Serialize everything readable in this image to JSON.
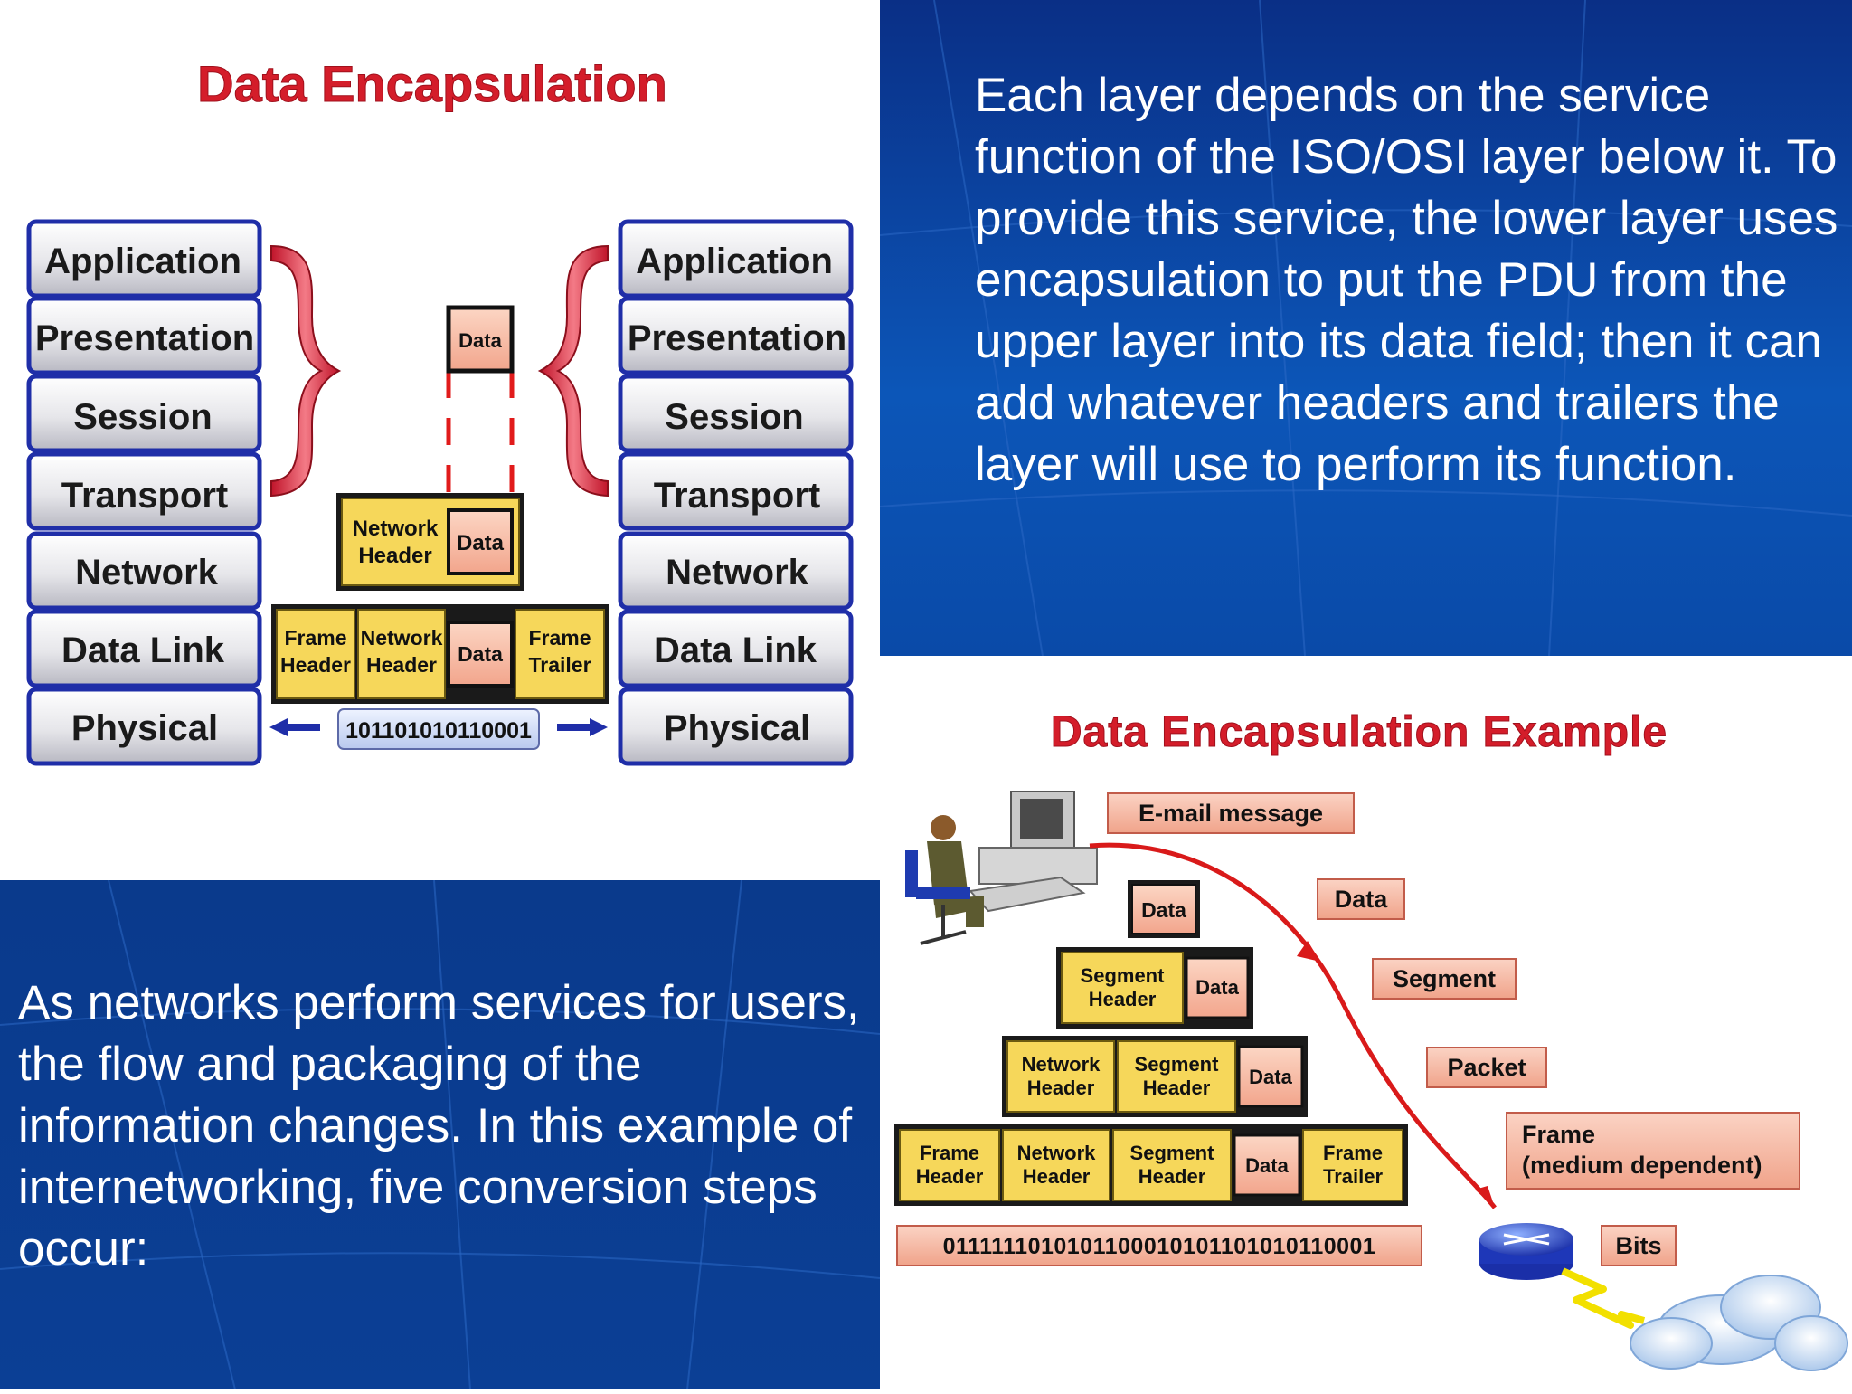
{
  "left_diagram": {
    "title": "Data Encapsulation",
    "layers_left": [
      "Application",
      "Presentation",
      "Session",
      "Transport",
      "Network",
      "Data Link",
      "Physical"
    ],
    "layers_right": [
      "Application",
      "Presentation",
      "Session",
      "Transport",
      "Network",
      "Data Link",
      "Physical"
    ],
    "pdu_data": "Data",
    "packet": {
      "header1": "Network",
      "header2": "Header",
      "data": "Data"
    },
    "frame": {
      "fh1": "Frame",
      "fh2": "Header",
      "nh1": "Network",
      "nh2": "Header",
      "data": "Data",
      "ft1": "Frame",
      "ft2": "Trailer"
    },
    "bits": "101101010110001"
  },
  "top_right_text": "Each layer depends on the service function of the ISO/OSI layer below it. To provide this service, the lower layer uses encapsulation to put the PDU from the upper layer into its data field; then it can add whatever headers and trailers the layer will use to perform its function.",
  "bottom_left_text": "As networks perform services for users, the flow and packaging of the information changes. In this example of internetworking, five conversion steps occur:",
  "example_diagram": {
    "title": "Data Encapsulation Example",
    "email_label": "E-mail message",
    "row1": {
      "data": "Data"
    },
    "row2": {
      "sh1": "Segment",
      "sh2": "Header",
      "data": "Data"
    },
    "row3": {
      "nh1": "Network",
      "nh2": "Header",
      "sh1": "Segment",
      "sh2": "Header",
      "data": "Data"
    },
    "row4": {
      "fh1": "Frame",
      "fh2": "Header",
      "nh1": "Network",
      "nh2": "Header",
      "sh1": "Segment",
      "sh2": "Header",
      "data": "Data",
      "ft1": "Frame",
      "ft2": "Trailer"
    },
    "bits": "0111111010101100010101101010110001",
    "stage_labels": {
      "data": "Data",
      "segment": "Segment",
      "packet": "Packet",
      "frame1": "Frame",
      "frame2": "(medium dependent)",
      "bits": "Bits"
    }
  }
}
